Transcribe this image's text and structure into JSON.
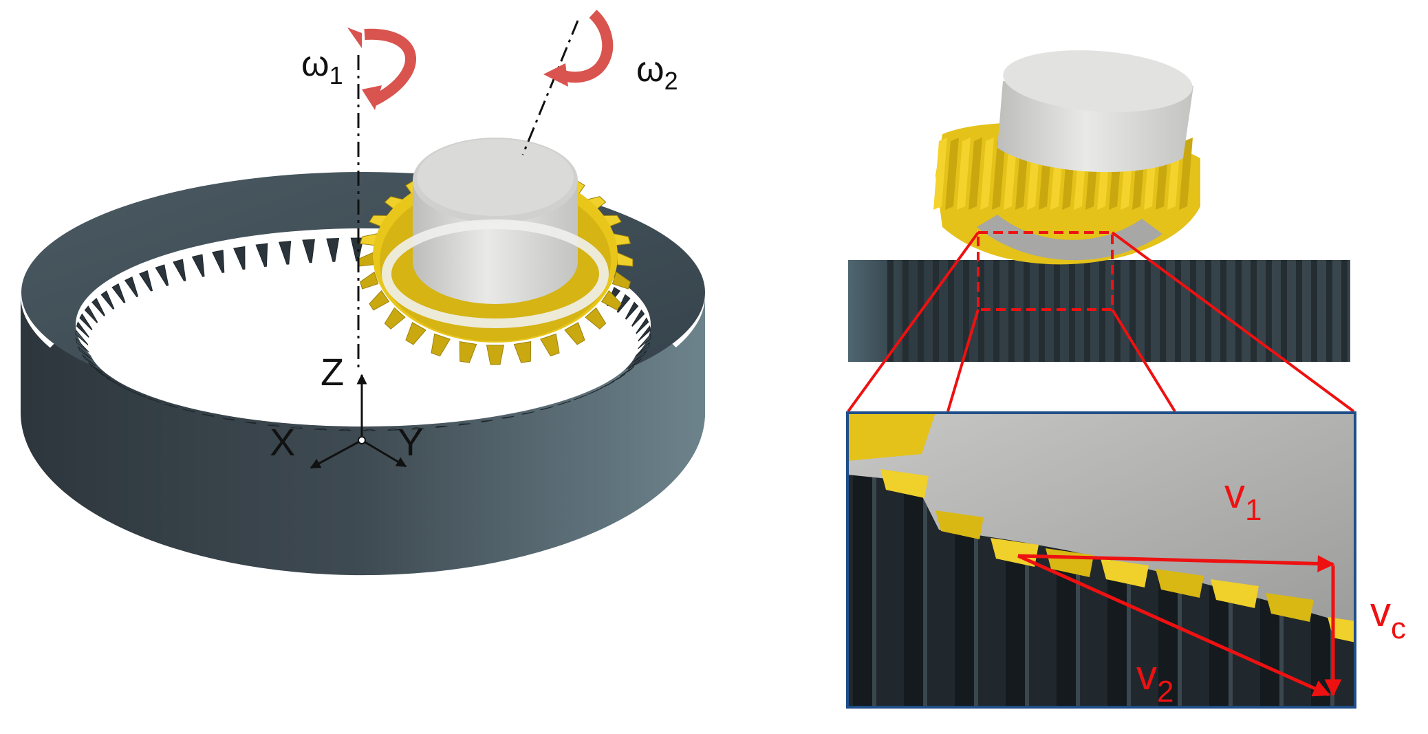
{
  "labels": {
    "omega1": {
      "main": "ω",
      "sub": "1"
    },
    "omega2": {
      "main": "ω",
      "sub": "2"
    },
    "axis_z": "Z",
    "axis_x": "X",
    "axis_y": "Y",
    "v1": {
      "main": "v",
      "sub": "1"
    },
    "v2": {
      "main": "v",
      "sub": "2"
    },
    "vc": {
      "main": "v",
      "sub": "c"
    }
  },
  "colors": {
    "ring_gear": "#3e4a52",
    "ring_gear_dark": "#252e33",
    "ring_gear_highlight": "#6a8088",
    "pinion": "#e8c61a",
    "pinion_dark": "#a58a0b",
    "shaft": "#d8d8d6",
    "shaft_shadow": "#a9a9a7",
    "rotation_arrow": "#d9534f",
    "annotation": "#ee1111",
    "inset_frame": "#1f4e89",
    "axis_text": "#111111"
  },
  "icons": {
    "rotation": "curved-rotation-arrow-icon",
    "coordinate": "xyz-triad-icon",
    "zoom": "zoom-callout-lines"
  }
}
